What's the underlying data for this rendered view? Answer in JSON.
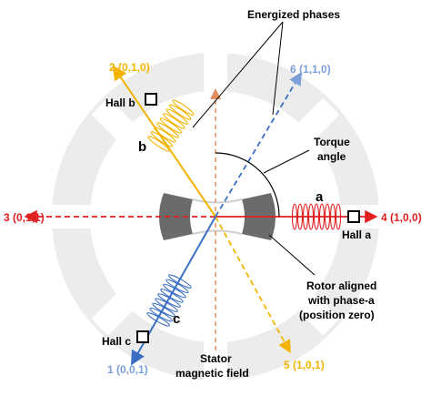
{
  "colors": {
    "stator": "#ececec",
    "rotor": "#6b6b6b",
    "phase_a": "#e02020",
    "phase_b": "#f2b400",
    "phase_c": "#3a6fc4",
    "dir_6": "#7b9fd8",
    "dir_5": "#f2b400",
    "dir_3": "#e02020",
    "dir_4": "#e02020",
    "dir_1": "#7b9fd8",
    "dir_2": "#f2b400",
    "stator_field": "#e09060",
    "text": "#000000"
  },
  "labels": {
    "energized_phases": "Energized phases",
    "torque_angle_line1": "Torque",
    "torque_angle_line2": "angle",
    "rotor_line1": "Rotor aligned",
    "rotor_line2": "with phase-a",
    "rotor_line3": "(position zero)",
    "stator_line1": "Stator",
    "stator_line2": "magnetic field",
    "hall_a": "Hall a",
    "hall_b": "Hall b",
    "hall_c": "Hall c",
    "phase_a": "a",
    "phase_b": "b",
    "phase_c": "c"
  },
  "positions": {
    "p1": "1 (0,0,1)",
    "p2": "2 (0,1,0)",
    "p3": "3 (0,1,1)",
    "p4": "4 (1,0,0)",
    "p5": "5 (1,0,1)",
    "p6": "6 (1,1,0)"
  }
}
